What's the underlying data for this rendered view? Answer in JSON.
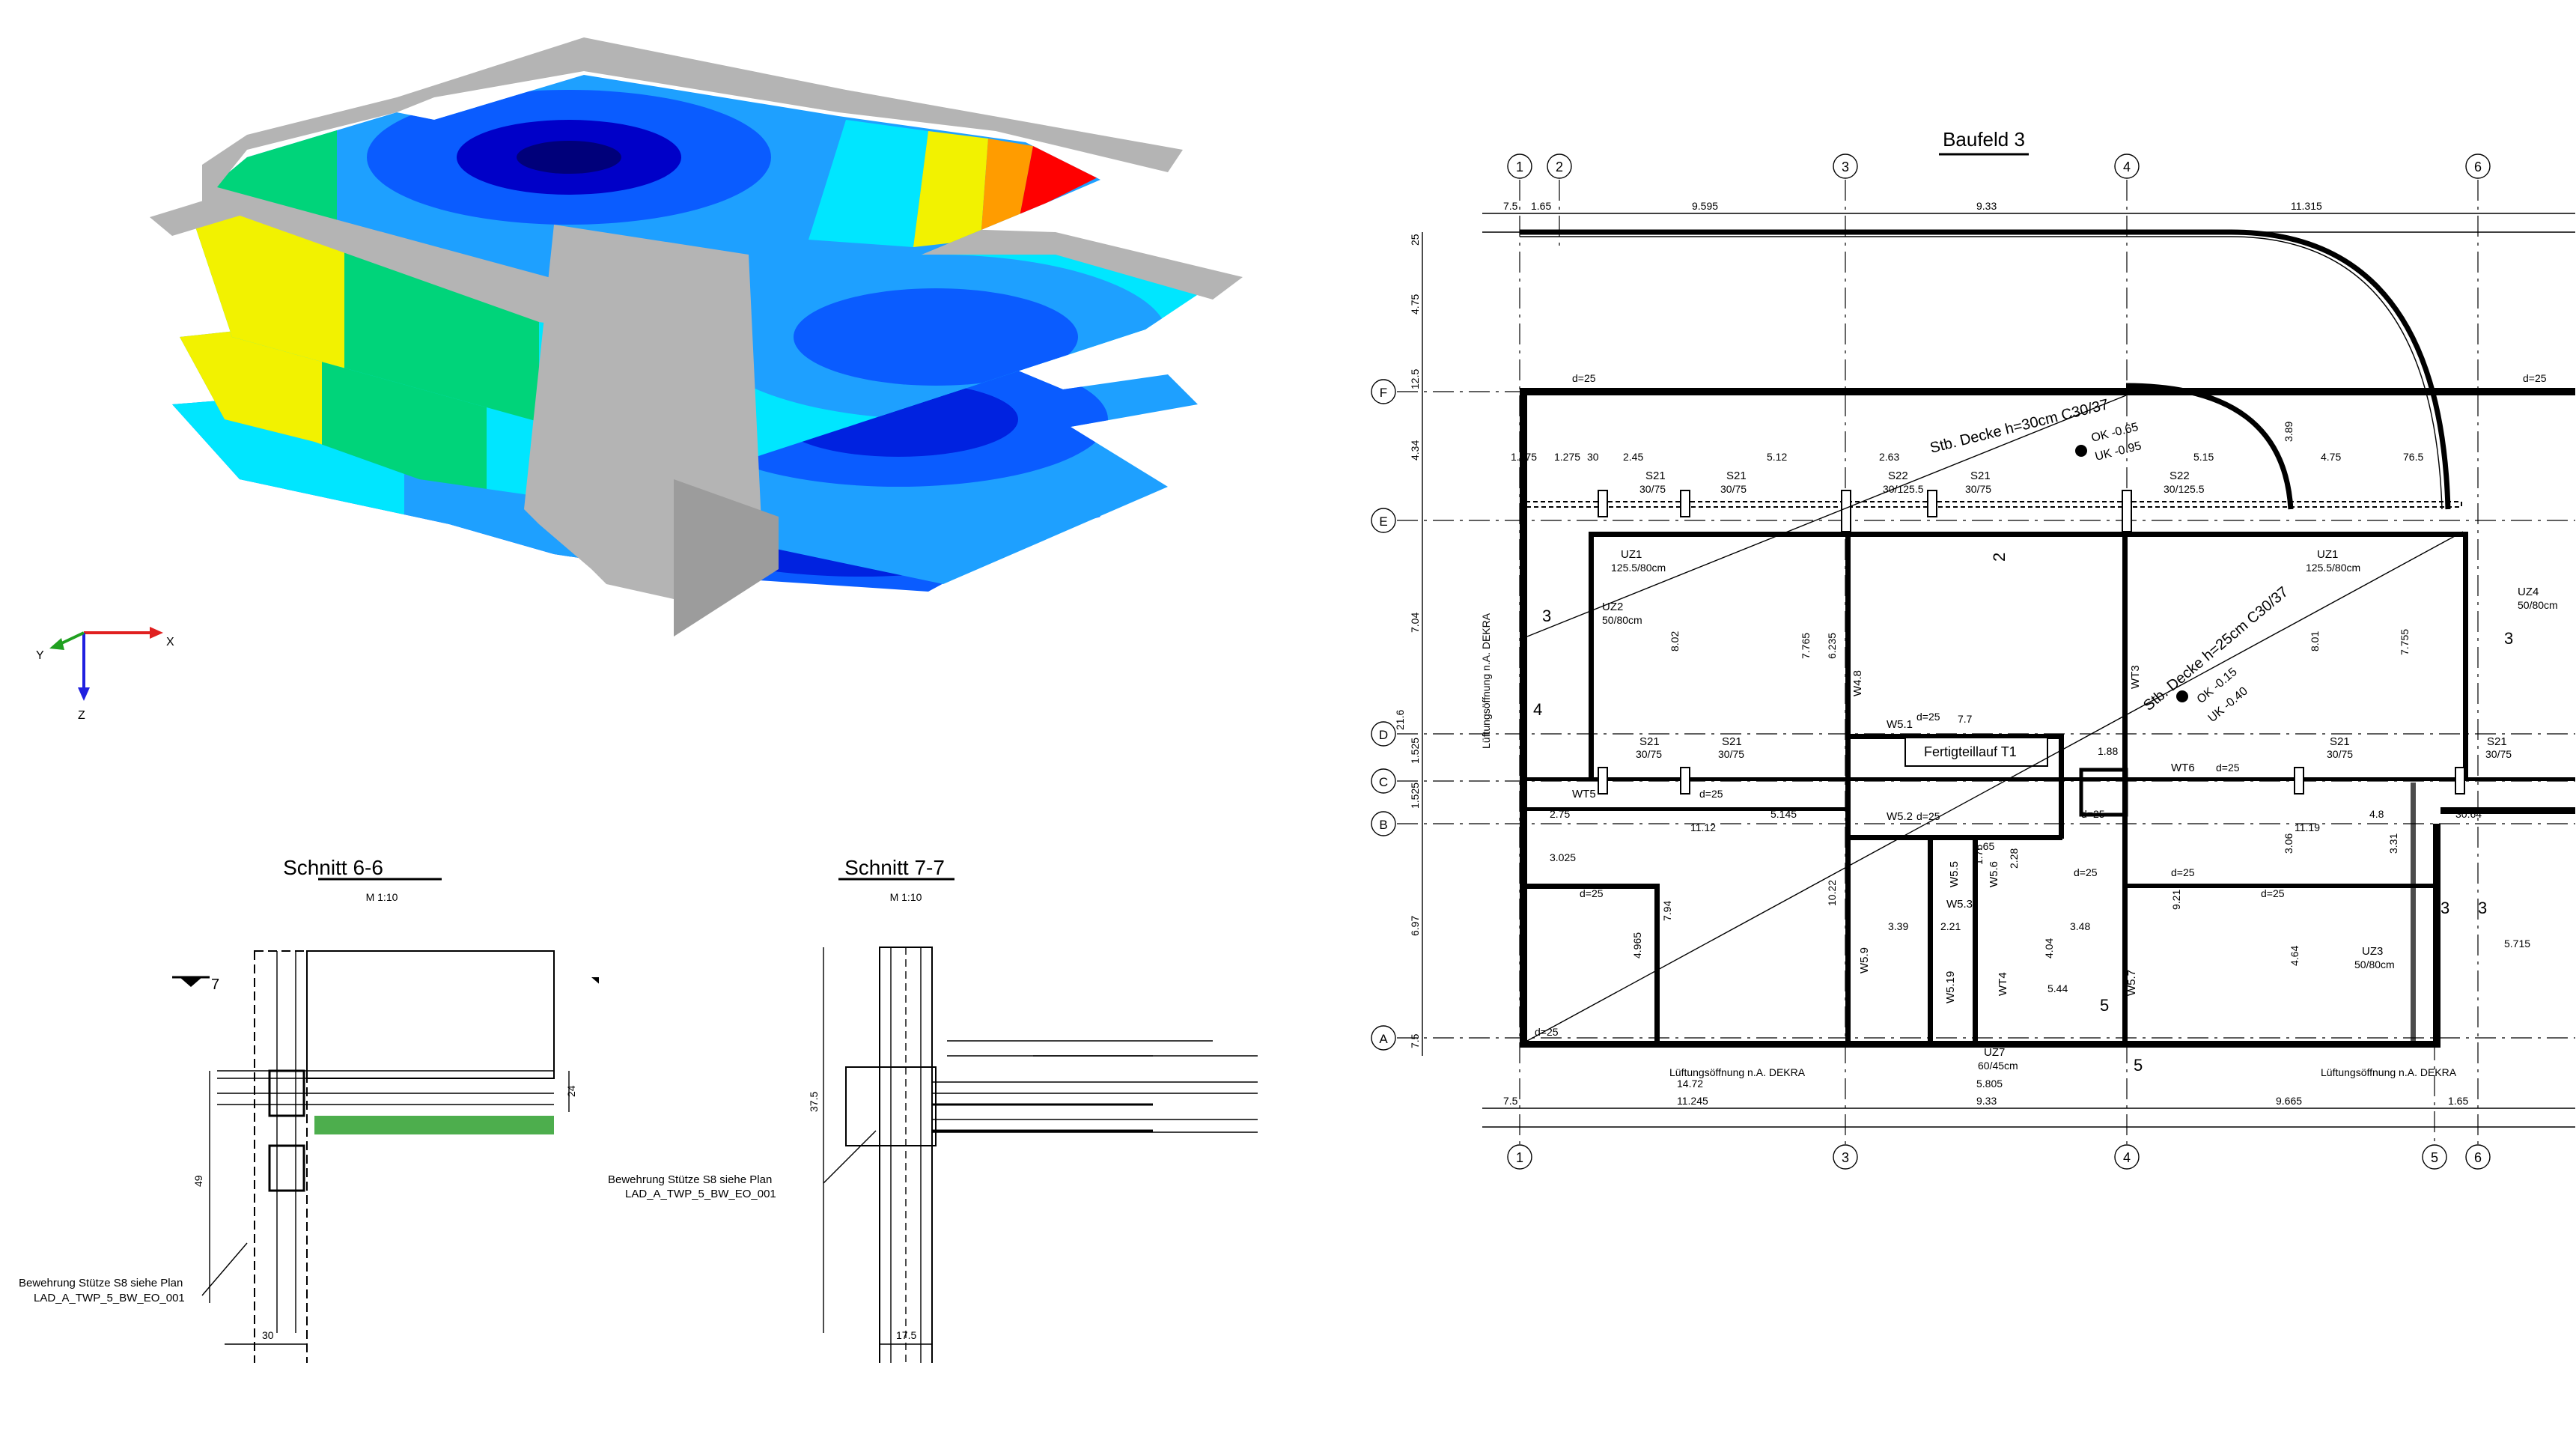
{
  "model_3d": {
    "axes": {
      "x": "X",
      "y": "Y",
      "z": "Z"
    },
    "colors": {
      "slab_gray": "#b4b4b4",
      "deep_blue": "#0000c8",
      "blue": "#0a5cff",
      "light_blue": "#1ea0ff",
      "cyan": "#00e6ff",
      "green": "#00d47a",
      "yellow": "#f2f200",
      "olive": "#c8c800",
      "orange": "#ff9c00",
      "red": "#ff0000"
    }
  },
  "section_6": {
    "title": "Schnitt 6-6",
    "scale": "M 1:10",
    "marker": "7",
    "note_line1": "Bewehrung Stütze S8 siehe Plan",
    "note_line2": "LAD_A_TWP_5_BW_EO_001",
    "dims": {
      "width": "30",
      "height": "49",
      "slab": "24"
    }
  },
  "section_7": {
    "title": "Schnitt 7-7",
    "scale": "M 1:10",
    "note_line1": "Bewehrung Stütze S8 siehe Plan",
    "note_line2": "LAD_A_TWP_5_BW_EO_001",
    "dims": {
      "width": "17.5",
      "height": "37.5"
    }
  },
  "plan": {
    "title": "Baufeld 3",
    "top_axes": [
      "1",
      "2",
      "3",
      "4",
      "6"
    ],
    "bottom_axes": [
      "1",
      "3",
      "4",
      "5",
      "6"
    ],
    "side_axes": [
      "F",
      "E",
      "D",
      "C",
      "B",
      "A"
    ],
    "top_dims": [
      "7.5",
      "1.65",
      "9.595",
      "9.33",
      "11.315"
    ],
    "bottom_dims": [
      "7.5",
      "11.245",
      "9.33",
      "9.665",
      "1.65",
      "14.72",
      "5.805"
    ],
    "left_dims": [
      "25",
      "4.75",
      "12.5",
      "4.34",
      "7.04",
      "21.6",
      "1.525",
      "1.525",
      "6.97",
      "7.5"
    ],
    "slab_label_1": "Stb. Decke h=30cm C30/37",
    "ok_1": "OK -0.65",
    "uk_1": "UK -0.95",
    "slab_label_2": "Stb. Decke h=25cm C30/37",
    "ok_2": "OK -0.15",
    "uk_2": "UK -0.40",
    "precast": "Fertigteillauf T1",
    "vent_left": "Lüftungsöffnung n.A. DEKRA",
    "vent_bottom_1": "Lüftungsöffnung n.A. DEKRA",
    "vent_bottom_2": "Lüftungsöffnung n.A. DEKRA",
    "elements": {
      "s21": "S21",
      "s22": "S22",
      "s21_size": "30/75",
      "s22_size": "30/125.5",
      "uz1": "UZ1",
      "uz1_size": "125.5/80cm",
      "uz2": "UZ2",
      "uz2_size": "50/80cm",
      "uz3": "UZ3",
      "uz3_size": "50/80cm",
      "uz4": "UZ4",
      "uz4_size": "50/80cm",
      "uz7": "UZ7",
      "uz7_size": "60/45cm",
      "w51": "W5.1",
      "w52": "W5.2",
      "w53": "W5.3",
      "w55": "W5.5",
      "w56": "W5.6",
      "w57": "W5.7",
      "w59": "W5.9",
      "w519": "W5.19",
      "w48": "W4.8",
      "wt3": "WT3",
      "wt4": "WT4",
      "wt5": "WT5",
      "wt6": "WT6",
      "d25": "d=25"
    },
    "section_marks": [
      "2",
      "3",
      "4",
      "5"
    ],
    "misc_dims": [
      "1.475",
      "1.275",
      "30",
      "2.45",
      "5.12",
      "2.63",
      "5.15",
      "4.75",
      "76.5",
      "3.89",
      "8.02",
      "7.765",
      "6.235",
      "7.7",
      "1.88",
      "2.75",
      "11.12",
      "5.145",
      "11.19",
      "4.8",
      "30.64",
      "3.025",
      "7.94",
      "4.965",
      "10.22",
      "3.39",
      "2.21",
      "3.48",
      "4.04",
      "5.44",
      "9.21",
      "4.64",
      "5.715",
      "8.01",
      "7.755",
      "3.06",
      "3.31",
      "1.65",
      "1.76",
      "2.28"
    ]
  }
}
